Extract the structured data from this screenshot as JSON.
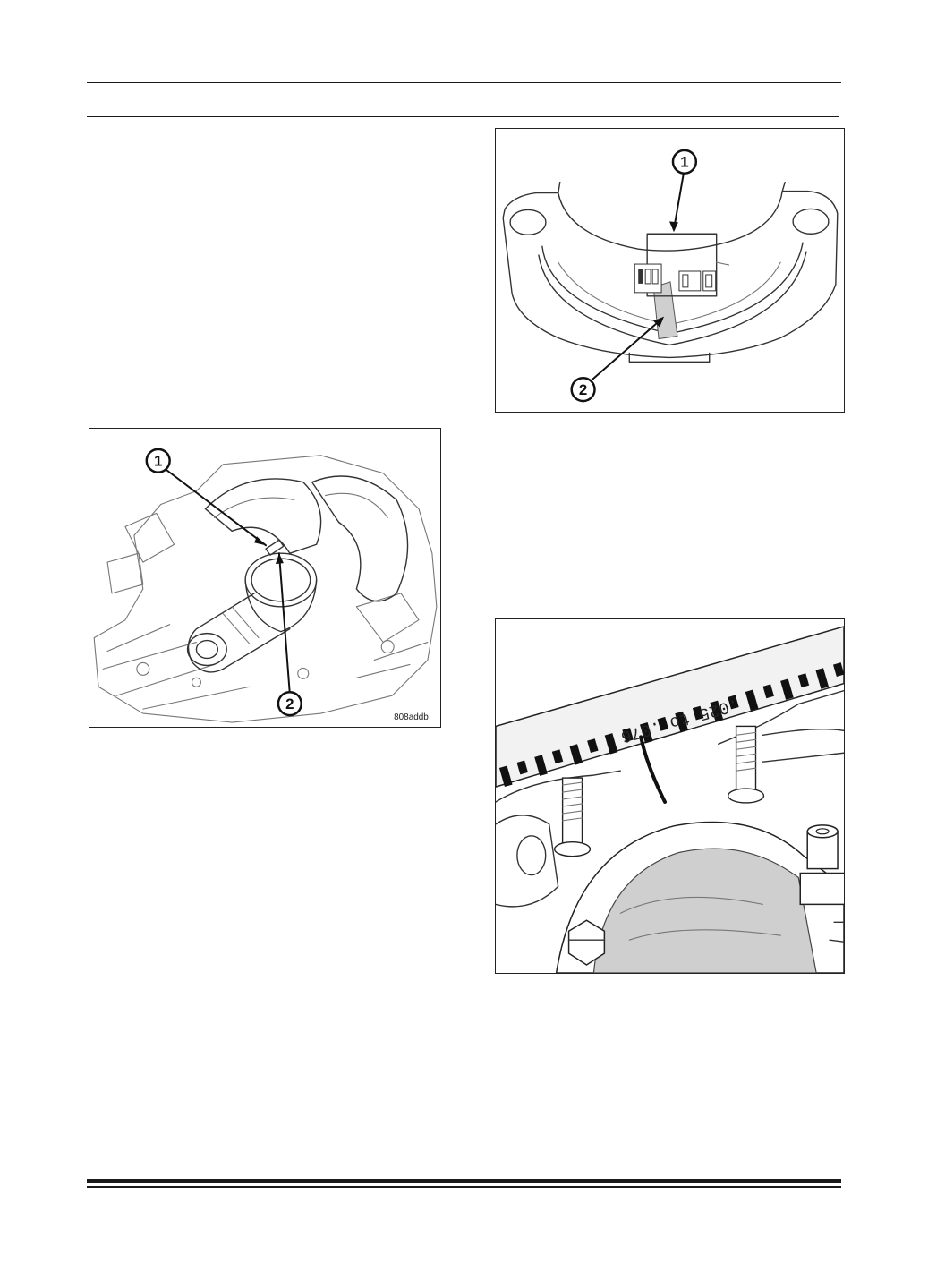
{
  "figures": {
    "fig_thrust_bearing": {
      "callouts": [
        "1",
        "2"
      ],
      "code": "808addb"
    },
    "fig_bearing_cap": {
      "callouts": [
        "1",
        "2"
      ]
    },
    "fig_plastigage": {
      "scale_text": ".025 to .076"
    }
  },
  "colors": {
    "rule": "#1a1a1a",
    "frame": "#222222",
    "shade": "#cfcfcf"
  }
}
